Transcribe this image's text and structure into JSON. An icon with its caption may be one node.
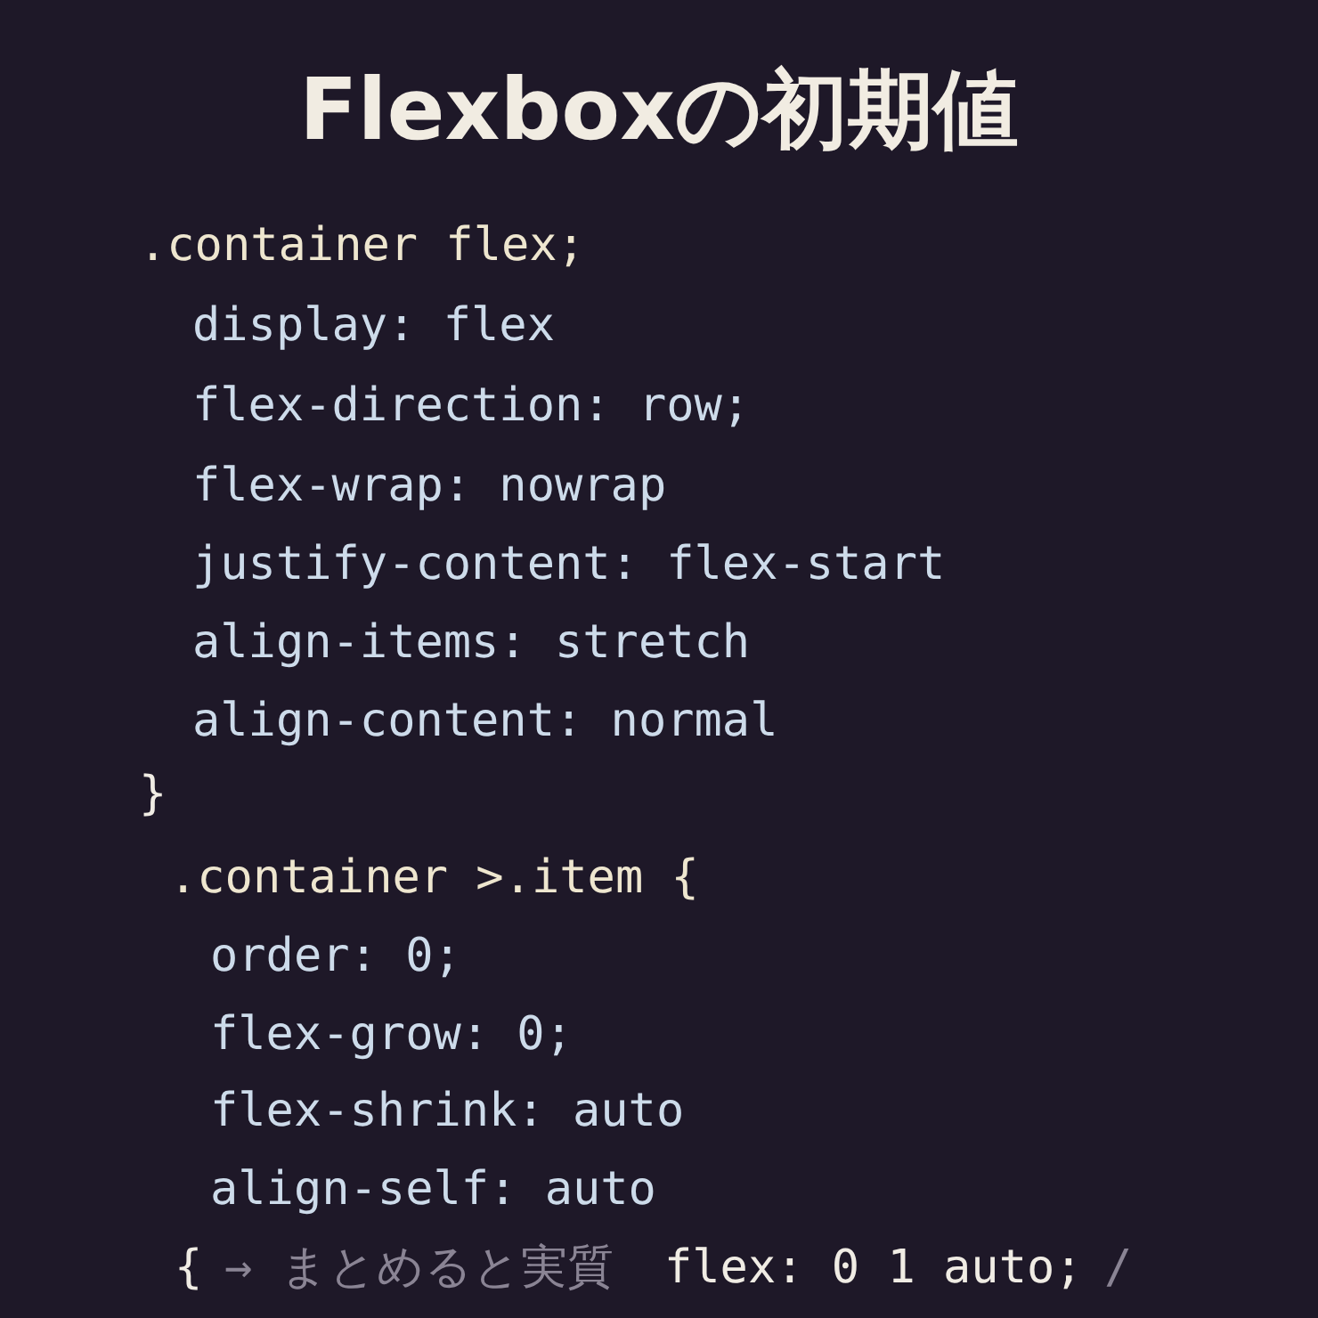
{
  "diagram": {
    "title": "Flexboxの初期値",
    "labels": [
      ".container flex;",
      "display: flex",
      "flex-direction: row;",
      "flex-wrap: nowrap",
      "justify-content: flex-start",
      "align-items: stretch",
      "align-content: normal",
      "}",
      ".container >.item {",
      "order: 0;",
      "flex-grow: 0;",
      "flex-shrink: auto",
      "align-self: auto",
      "{",
      "→ まとめると実質",
      "flex: 0 1 auto;",
      "/"
    ]
  }
}
